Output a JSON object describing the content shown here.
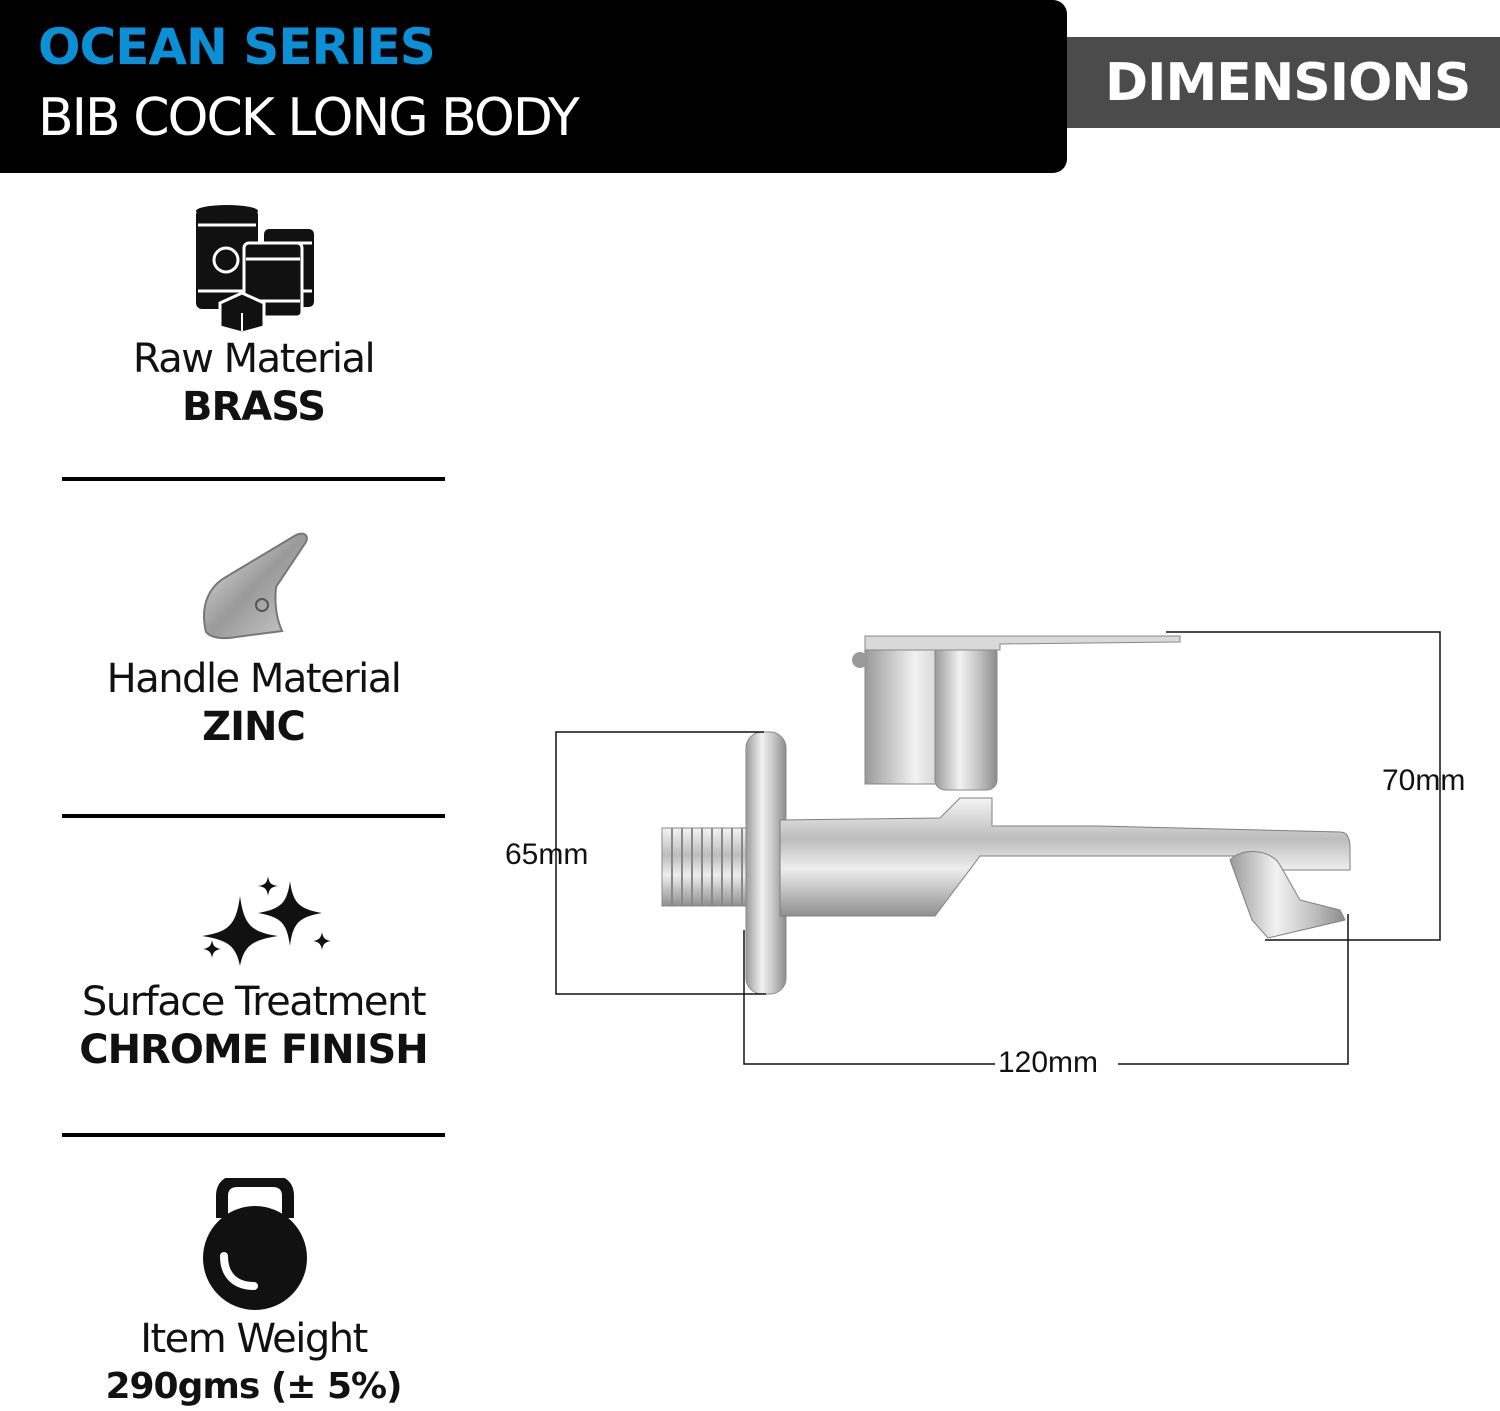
{
  "header": {
    "series": "OCEAN SERIES",
    "product": "BIB COCK LONG BODY",
    "series_color": "#0b8fd6"
  },
  "dimensions_tab": {
    "label": "DIMENSIONS"
  },
  "specs": [
    {
      "icon": "barrels-icon",
      "label": "Raw Material",
      "value": "BRASS"
    },
    {
      "icon": "faucet-handle-icon",
      "label": "Handle Material",
      "value": "ZINC"
    },
    {
      "icon": "sparkles-icon",
      "label": "Surface Treatment",
      "value": "CHROME FINISH"
    },
    {
      "icon": "kettlebell-icon",
      "label": "Item Weight",
      "value": "290gms (± 5%)"
    }
  ],
  "drawing": {
    "dim_height_wall": "65mm",
    "dim_height_top": "70mm",
    "dim_length": "120mm"
  }
}
